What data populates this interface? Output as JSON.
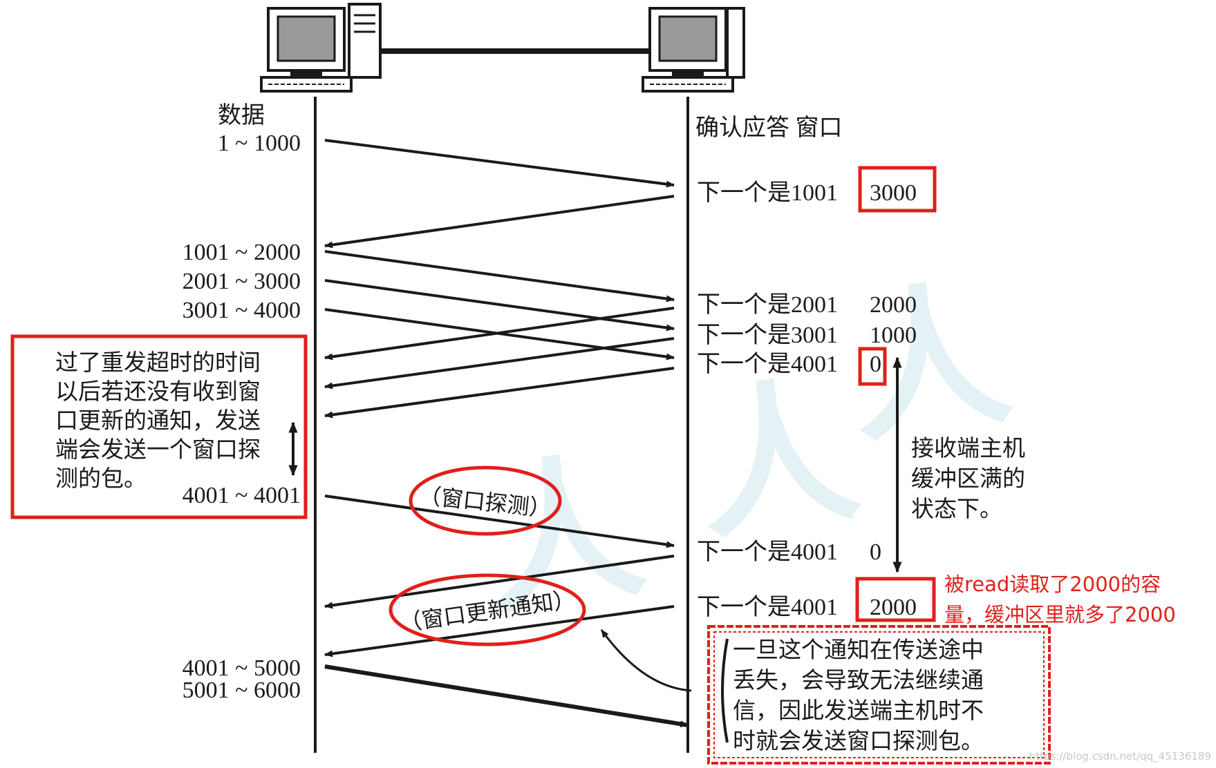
{
  "labels": {
    "data_header": "数据",
    "ack_header": "确认应答 窗口"
  },
  "sender_ranges": [
    "1 ~ 1000",
    "1001 ~ 2000",
    "2001 ~ 3000",
    "3001 ~ 4000",
    "4001 ~ 4001",
    "4001 ~ 5000",
    "5001 ~ 6000"
  ],
  "acks": [
    {
      "text": "下一个是1001",
      "window": "3000"
    },
    {
      "text": "下一个是2001",
      "window": "2000"
    },
    {
      "text": "下一个是3001",
      "window": "1000"
    },
    {
      "text": "下一个是4001",
      "window": "0"
    },
    {
      "text": "下一个是4001",
      "window": "0"
    },
    {
      "text": "下一个是4001",
      "window": "2000"
    }
  ],
  "circle_labels": {
    "probe": "（窗口探测）",
    "update": "（窗口更新通知）"
  },
  "timeout_note": [
    "过了重发超时的时间",
    "以后若还没有收到窗",
    "口更新的通知，发送",
    "端会发送一个窗口探",
    "测的包。"
  ],
  "buffer_full_note": [
    "接收端主机",
    "缓冲区满的",
    "状态下。"
  ],
  "read_note": [
    "被read读取了2000的容",
    "量，缓冲区里就多了2000"
  ],
  "loss_note": [
    "一旦这个通知在传送途中",
    "丢失，会导致无法继续通",
    "信，因此发送端主机时不",
    "时就会发送窗口探测包。"
  ],
  "watermark": "https://blog.csdn.net/qq_45136189",
  "colors": {
    "highlight": "#e0201b",
    "ink": "#1a1a1a",
    "watermark_overlay": "#cfe6ee"
  }
}
